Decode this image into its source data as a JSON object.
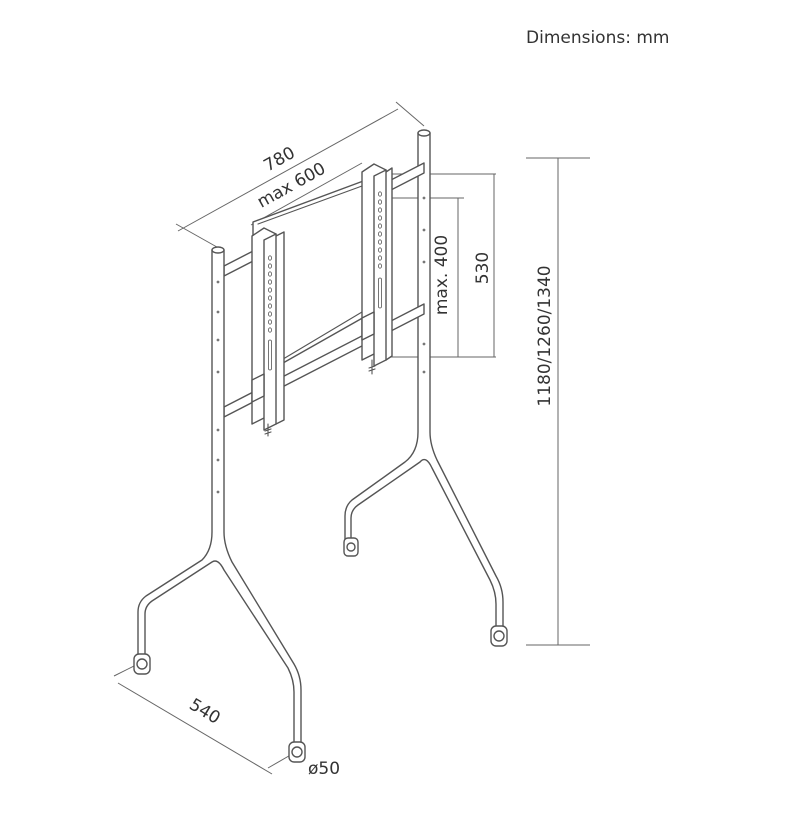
{
  "units_label": "Dimensions: mm",
  "dimensions": {
    "overall_width": "780",
    "vesa_width": "max 600",
    "vesa_height": "max. 400",
    "bracket_height": "530",
    "total_height": "1180/1260/1340",
    "base_depth": "540",
    "wheel_diameter": "ø50"
  },
  "colors": {
    "line": "#555555",
    "text": "#333333",
    "background": "#ffffff"
  }
}
